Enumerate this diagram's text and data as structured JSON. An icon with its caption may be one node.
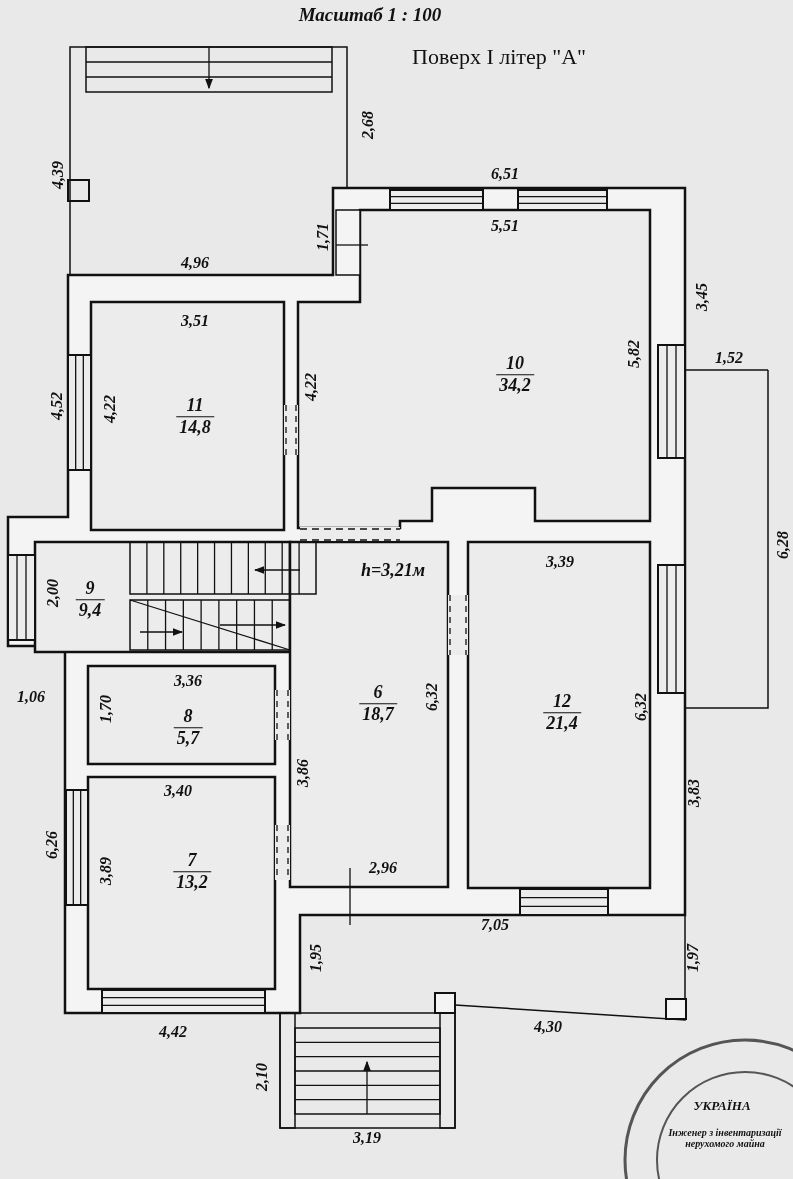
{
  "diagram": {
    "title": "Поверх I літер \"А\"",
    "nodes": [
      {
        "text": [
          "10",
          "34,2"
        ]
      },
      {
        "text": [
          "11",
          "14,8"
        ]
      },
      {
        "text": [
          "9",
          "9,4"
        ]
      },
      {
        "text": [
          "6",
          "18,7"
        ]
      },
      {
        "text": [
          "12",
          "21,4"
        ]
      },
      {
        "text": [
          "8",
          "5,7"
        ]
      },
      {
        "text": [
          "7",
          "13,2"
        ]
      }
    ],
    "labels": [
      "Масштаб 1 : 100",
      "2,68",
      "4,39",
      "6,51",
      "1,71",
      "5,51",
      "4,96",
      "3,45",
      "3,51",
      "1,52",
      "4,52",
      "4,22",
      "4,22",
      "5,82",
      "6,28",
      "3,39",
      "h=3,21м",
      "2,00",
      "3,36",
      "1,06",
      "1,70",
      "3,86",
      "6,32",
      "6,32",
      "3,83",
      "3,40",
      "6,26",
      "3,89",
      "2,96",
      "7,05",
      "1,95",
      "1,97",
      "4,42",
      "4,30",
      "2,10",
      "3,19",
      "УКРАЇНА",
      "Інженер з інвентаризації нерухомого майна"
    ]
  }
}
